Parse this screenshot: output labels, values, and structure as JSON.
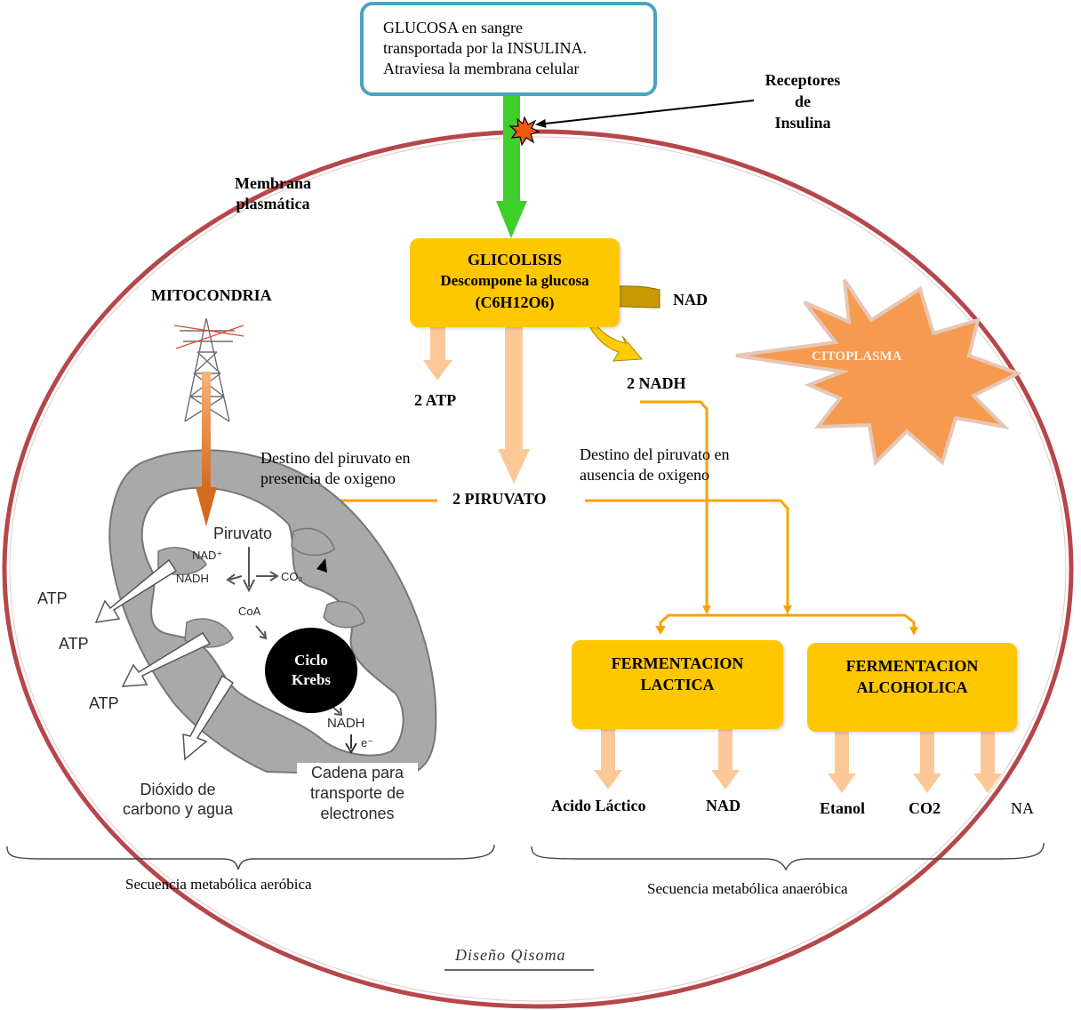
{
  "glucose_box": {
    "line1": "GLUCOSA en sangre",
    "line2": "transportada por la INSULINA.",
    "line3": "Atraviesa la membrana celular"
  },
  "receptors": {
    "line1": "Receptores",
    "line2": "de",
    "line3": "Insulina"
  },
  "membrane": {
    "line1": "Membrana",
    "line2": "plasmática"
  },
  "mitochondria_label": "MITOCONDRIA",
  "glycolysis": {
    "line1": "GLICOLISIS",
    "line2": "Descompone la glucosa",
    "line3": "(C6H12O6)"
  },
  "nad_top": "NAD",
  "nadh": "2 NADH",
  "atp": "2 ATP",
  "cytoplasm": "CITOPLASMA",
  "pyruvate": "2 PIRUVATO",
  "aerobic_note": {
    "line1": "Destino del piruvato en",
    "line2": "presencia  de oxigeno"
  },
  "anaerobic_note": {
    "line1": "Destino del piruvato en",
    "line2": "ausencia de oxigeno"
  },
  "mito": {
    "piruvato": "Piruvato",
    "nad_plus": "NAD⁺",
    "nadh": "NADH",
    "co2": "CO₂",
    "coa": "CoA",
    "krebs_line1": "Ciclo",
    "krebs_line2": "Krebs",
    "nadh_lower": "NADH",
    "electron": "e⁻",
    "atp1": "ATP",
    "atp2": "ATP",
    "atp3": "ATP",
    "co2_water_line1": "Dióxido de",
    "co2_water_line2": "carbono y agua",
    "chain_line1": "Cadena para",
    "chain_line2": "transporte de",
    "chain_line3": "electrones"
  },
  "lactic": {
    "line1": "FERMENTACION",
    "line2": "LACTICA",
    "out1": "Acido Láctico",
    "out2": "NAD"
  },
  "alcoholic": {
    "line1": "FERMENTACION",
    "line2": "ALCOHOLICA",
    "out1": "Etanol",
    "out2": "CO2",
    "out3": "NA"
  },
  "aerobic_sequence": "Secuencia metabólica aeróbica",
  "anaerobic_sequence": "Secuencia metabólica anaeróbica",
  "credit": "Diseño Qisoma",
  "colors": {
    "membrane": "#b5474a",
    "glucose_border": "#4aa3c0",
    "glucose_arrow": "#3ecf2b",
    "process_box": "#ffc700",
    "flow_line": "#f7a300",
    "pale_arrow": "#fdc898",
    "cytoplasm": "#f59a4e",
    "mito_gray": "#a9a9a9"
  }
}
